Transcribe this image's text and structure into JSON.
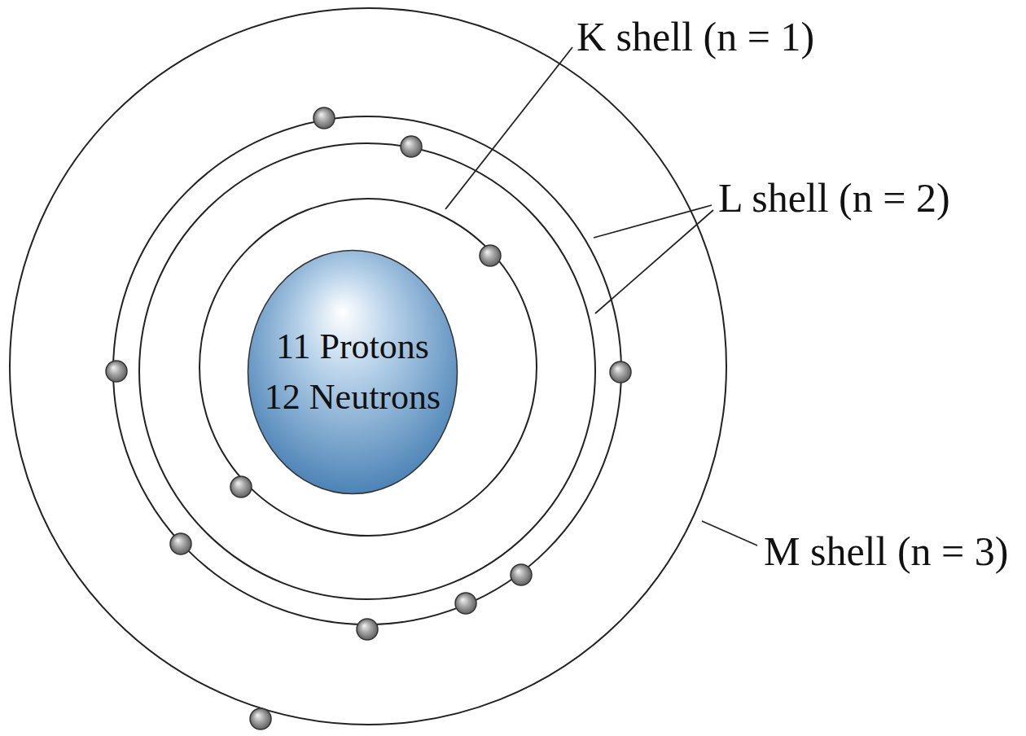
{
  "diagram": {
    "nodes": [
      {
        "text": [
          "11 Protons",
          "12 Neutrons"
        ]
      }
    ],
    "labels": [
      "K shell (n = 1)",
      "L shell (n = 2)",
      "M shell (n = 3)"
    ]
  }
}
